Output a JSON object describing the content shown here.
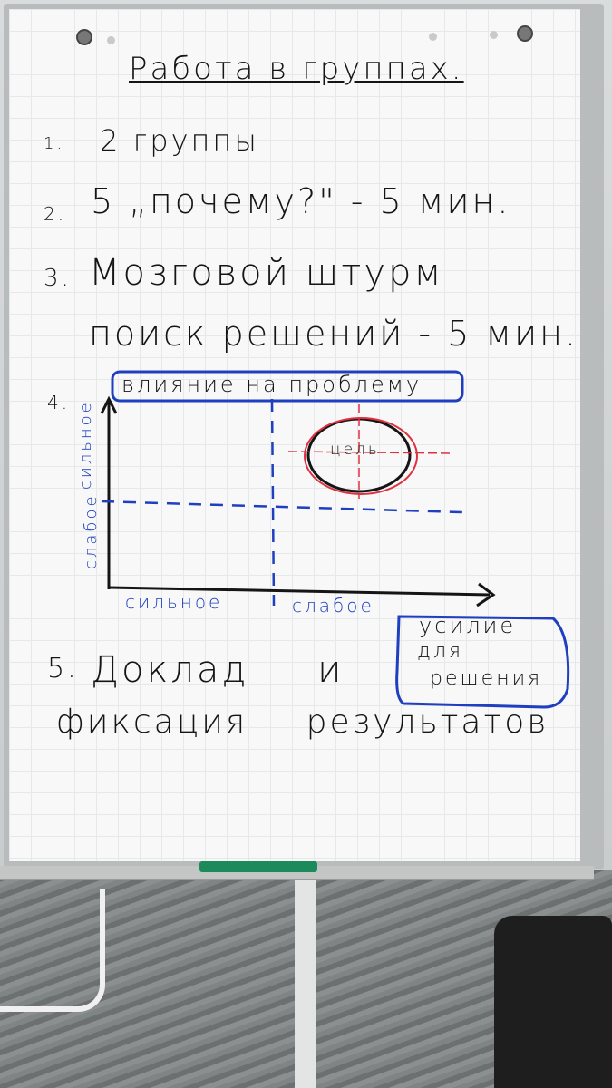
{
  "title": "Работа в группах.",
  "items": [
    {
      "num": "1.",
      "text": "2 группы"
    },
    {
      "num": "2.",
      "text": "5 „почему?\" - 5 мин."
    },
    {
      "num": "3.",
      "text": "Мозговой штурм"
    },
    {
      "num": "",
      "text": "поиск решений - 5 мин."
    },
    {
      "num": "4.",
      "text": ""
    },
    {
      "num": "5.",
      "text": "Доклад и"
    },
    {
      "num": "",
      "text": "фиксация результатов"
    }
  ],
  "matrix": {
    "y_axis_title": "влияние на проблему",
    "y_labels": [
      "сильное",
      "слабое"
    ],
    "x_labels": [
      "сильное",
      "слабое"
    ],
    "x_axis_title": [
      "усилие",
      "для",
      "решения"
    ],
    "target_label": "цель"
  },
  "colors": {
    "ink_black": "#151515",
    "ink_blue": "#1f3fc0",
    "ink_red": "#e03040",
    "marker": "#1c8a5a"
  }
}
